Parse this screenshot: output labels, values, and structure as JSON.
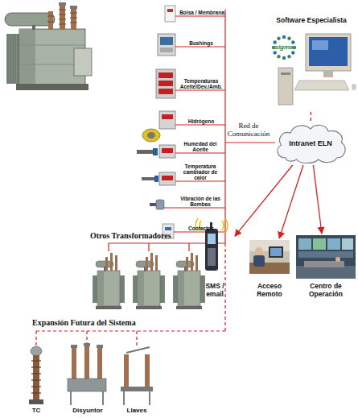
{
  "diagram": {
    "nodes": [
      {
        "text": [
          "Software Especialista"
        ]
      },
      {
        "text": [
          "Intranet ELN"
        ]
      },
      {
        "text": [
          "SMS / email"
        ]
      },
      {
        "text": [
          "Acceso Remoto"
        ]
      },
      {
        "text": [
          "Centro de Operación"
        ]
      }
    ],
    "edges": [
      {
        "from": 1,
        "to": 0,
        "arrow": "none"
      },
      {
        "from": 1,
        "to": 2,
        "arrow": "to"
      },
      {
        "from": 1,
        "to": 3,
        "arrow": "to"
      },
      {
        "from": 1,
        "to": 4,
        "arrow": "to"
      }
    ],
    "labels": [
      "Bolsa / Membrana",
      "Bushings",
      "Temperaturas Aceite/Dev./Amb.",
      "Hidrógeno",
      "Humedad del Aceite",
      "Temperatura cambiador de calor",
      "Vibración de las Bombas",
      "Contactos",
      "Red de Comunicación",
      "sigma",
      "Otros Transformadores",
      "Expansión Futura del Sistema",
      "TC",
      "Disyuntor",
      "Llaves"
    ]
  }
}
